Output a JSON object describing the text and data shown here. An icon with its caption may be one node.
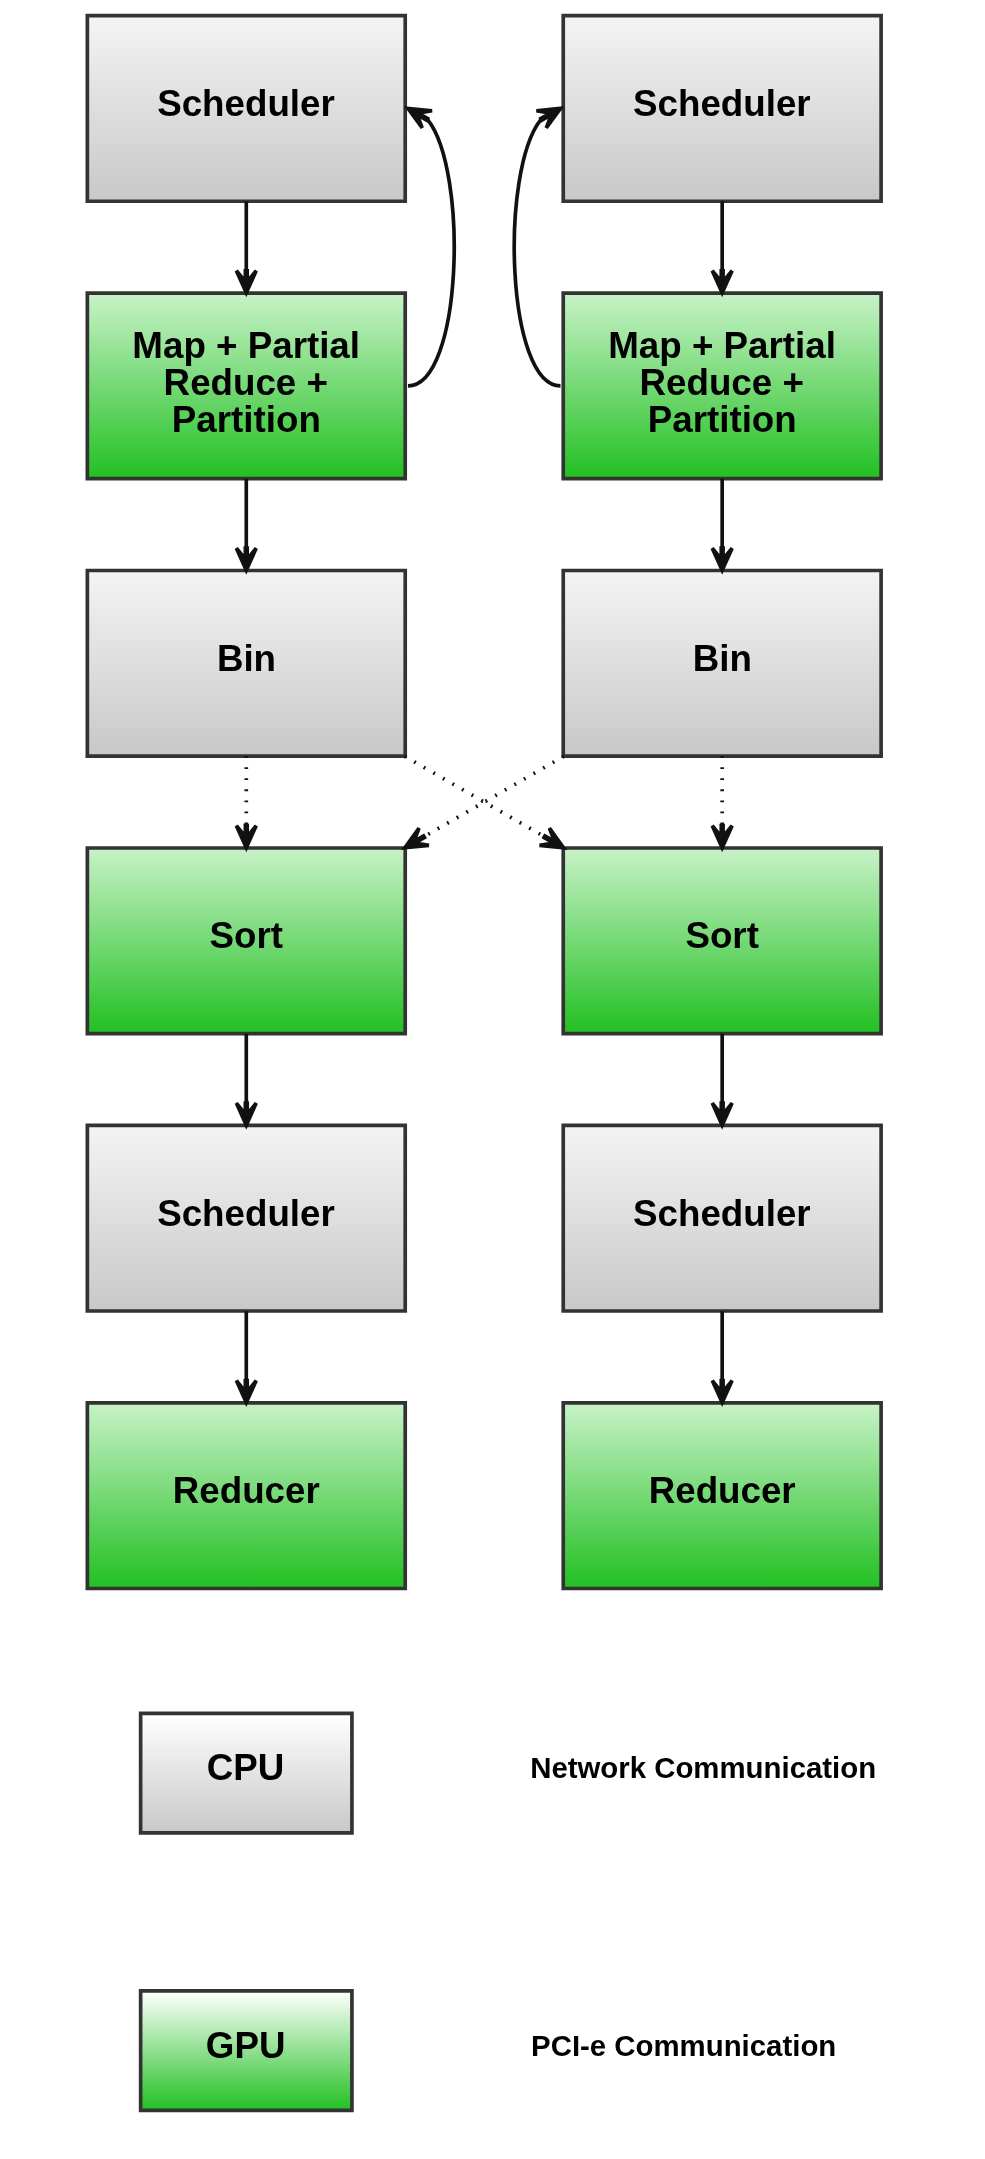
{
  "diagram": {
    "nodes": [
      {
        "text": [
          "Scheduler"
        ]
      },
      {
        "text": [
          "Scheduler"
        ]
      },
      {
        "text": [
          "Map + Partial Reduce + Partition"
        ]
      },
      {
        "text": [
          "Map + Partial Reduce + Partition"
        ]
      },
      {
        "text": [
          "Bin"
        ]
      },
      {
        "text": [
          "Bin"
        ]
      },
      {
        "text": [
          "Sort"
        ]
      },
      {
        "text": [
          "Sort"
        ]
      },
      {
        "text": [
          "Scheduler"
        ]
      },
      {
        "text": [
          "Scheduler"
        ]
      },
      {
        "text": [
          "Reducer"
        ]
      },
      {
        "text": [
          "Reducer"
        ]
      }
    ],
    "edges": [
      {
        "from": 0,
        "to": 2,
        "arrow": "to"
      },
      {
        "from": 2,
        "to": 0,
        "arrow": "to"
      },
      {
        "from": 2,
        "to": 4,
        "arrow": "to"
      },
      {
        "from": 1,
        "to": 3,
        "arrow": "to"
      },
      {
        "from": 3,
        "to": 1,
        "arrow": "to"
      },
      {
        "from": 3,
        "to": 5,
        "arrow": "to"
      },
      {
        "from": 4,
        "to": 6,
        "arrow": "to",
        "style": "dashed"
      },
      {
        "from": 4,
        "to": 7,
        "arrow": "to",
        "style": "dashed"
      },
      {
        "from": 5,
        "to": 6,
        "arrow": "to",
        "style": "dashed"
      },
      {
        "from": 5,
        "to": 7,
        "arrow": "to",
        "style": "dashed"
      },
      {
        "from": 6,
        "to": 8,
        "arrow": "to"
      },
      {
        "from": 7,
        "to": 9,
        "arrow": "to"
      },
      {
        "from": 8,
        "to": 10,
        "arrow": "to"
      },
      {
        "from": 9,
        "to": 11,
        "arrow": "to"
      }
    ],
    "legend": [
      {
        "text": "CPU",
        "color": "#c8c8c8"
      },
      {
        "text": "Network Communication"
      },
      {
        "text": "GPU",
        "color": "#22c022"
      },
      {
        "text": "PCI-e Communication"
      }
    ]
  }
}
